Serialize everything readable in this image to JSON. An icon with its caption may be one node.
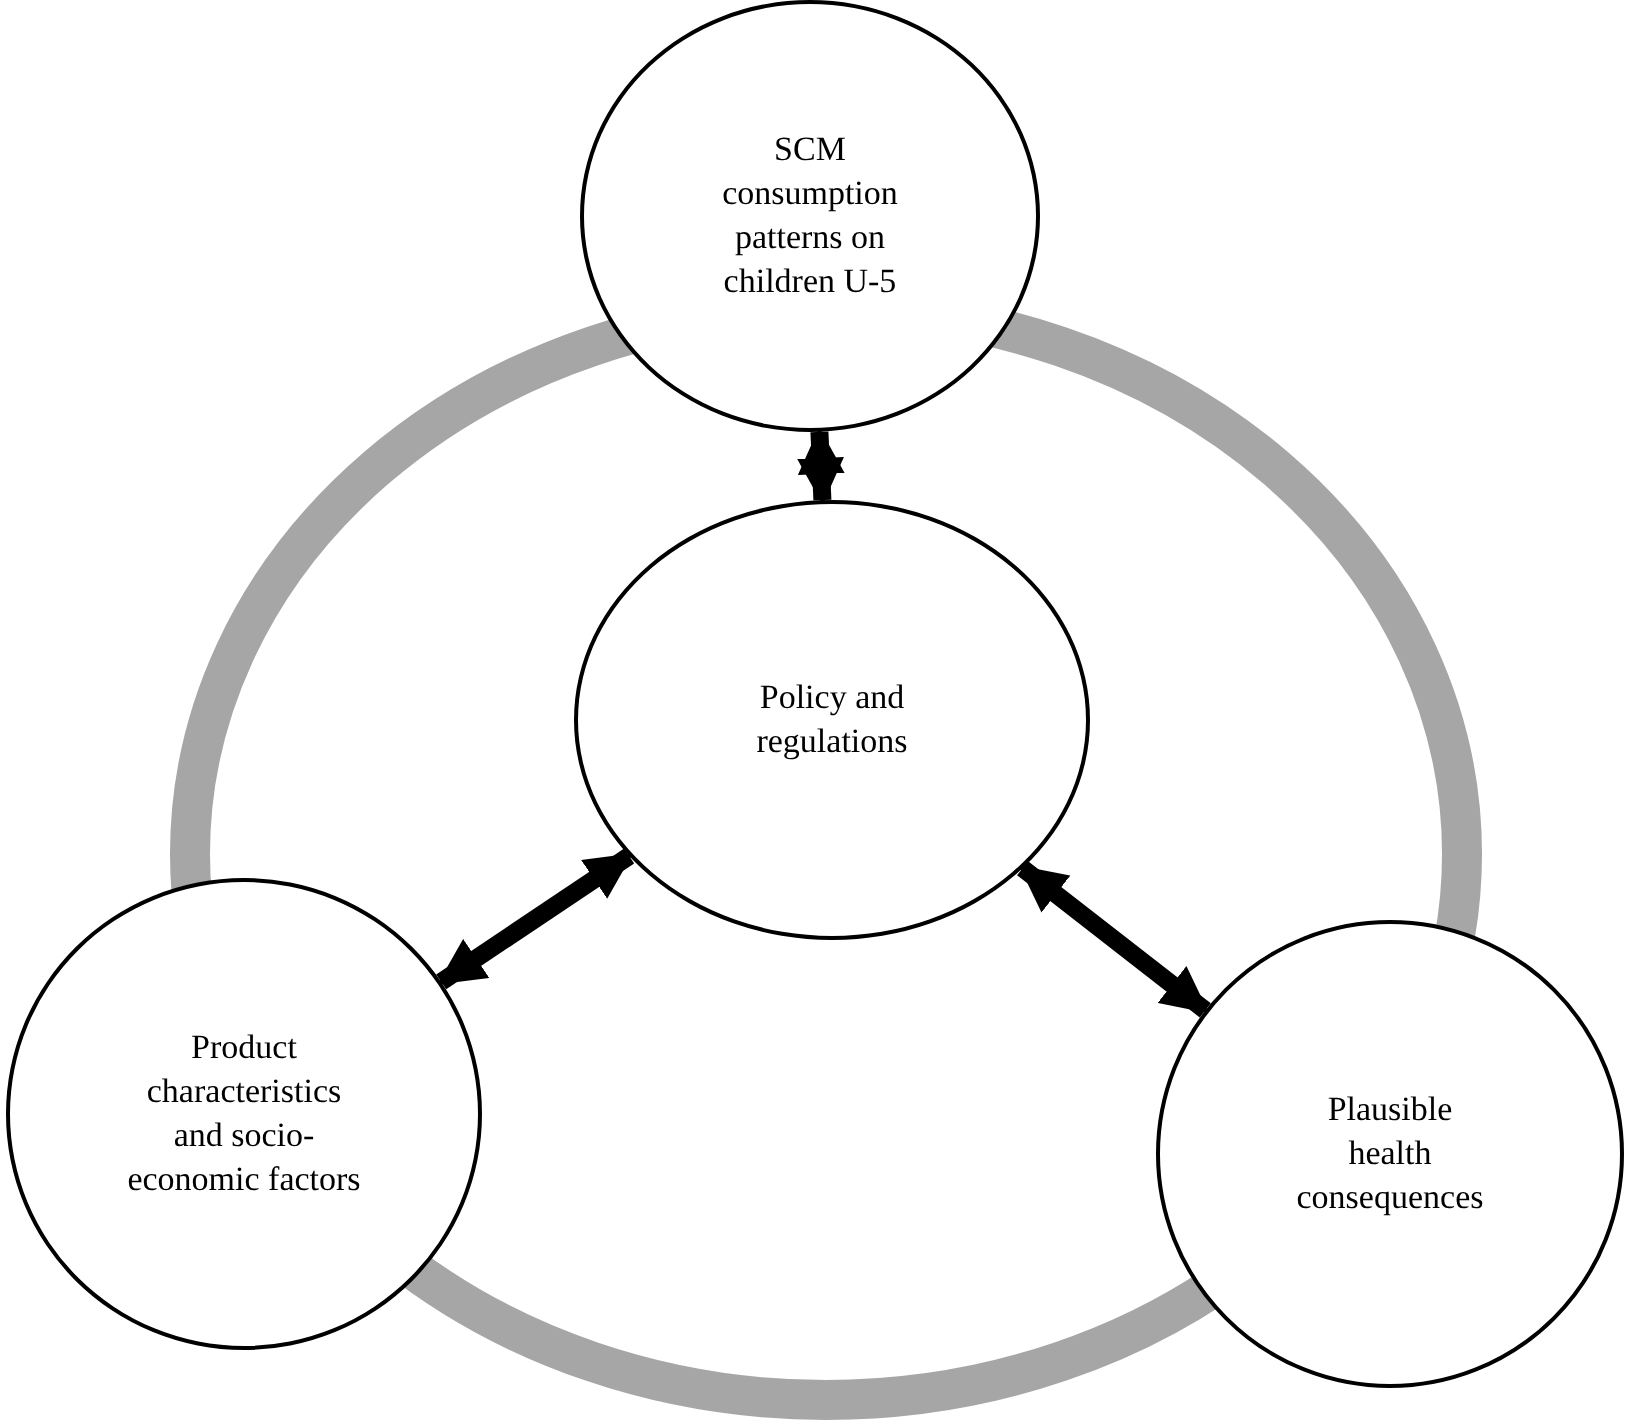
{
  "diagram": {
    "nodes": [
      {
        "text": [
          "SCM consumption patterns on children U-5"
        ]
      },
      {
        "text": [
          "Policy and regulations"
        ]
      },
      {
        "text": [
          "Product characteristics and socio-economic factors"
        ]
      },
      {
        "text": [
          "Plausible health consequences"
        ]
      }
    ],
    "edges": [
      {
        "from": 0,
        "to": 1,
        "arrow": "both"
      },
      {
        "from": 2,
        "to": 1,
        "arrow": "both"
      },
      {
        "from": 1,
        "to": 3,
        "arrow": "both"
      }
    ]
  }
}
